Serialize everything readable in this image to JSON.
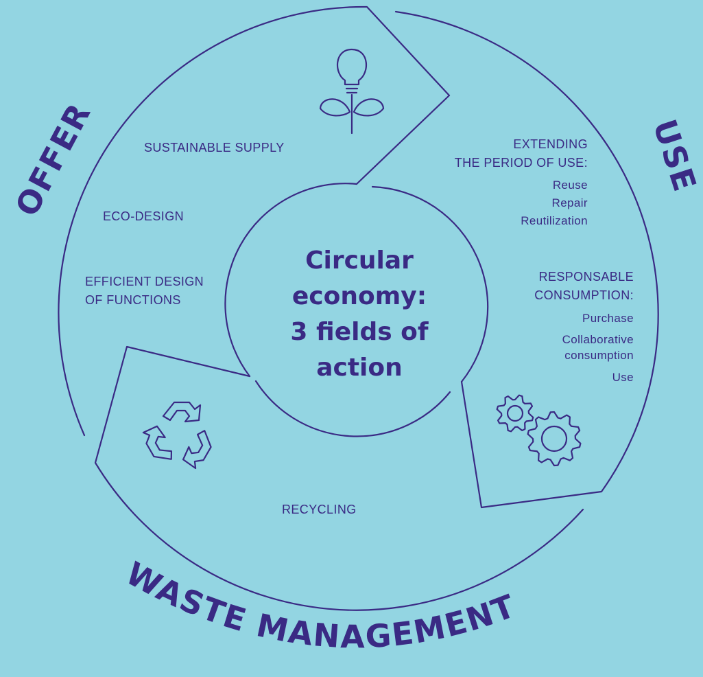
{
  "diagram": {
    "center_title": [
      "Circular",
      "economy:",
      "3 fields of",
      "action"
    ],
    "fields": {
      "offer": {
        "title": "OFFER",
        "items": [
          "SUSTAINABLE SUPPLY",
          "ECO-DESIGN",
          "EFFICIENT DESIGN",
          "OF FUNCTIONS"
        ]
      },
      "use": {
        "title": "USE",
        "extending": {
          "heading": [
            "EXTENDING",
            "THE PERIOD OF USE:"
          ],
          "items": [
            "Reuse",
            "Repair",
            "Reutilization"
          ]
        },
        "responsible": {
          "heading": [
            "RESPONSABLE",
            "CONSUMPTION:"
          ],
          "items": [
            "Purchase",
            "Collaborative",
            "consumption",
            "Use"
          ]
        }
      },
      "waste": {
        "title": "WASTE MANAGEMENT",
        "items": [
          "RECYCLING"
        ]
      }
    },
    "icons": [
      "lightbulb-plant-icon",
      "gears-icon",
      "recycle-icon"
    ],
    "colors": {
      "background": "#93d5e2",
      "ink": "#3a2a84"
    }
  }
}
